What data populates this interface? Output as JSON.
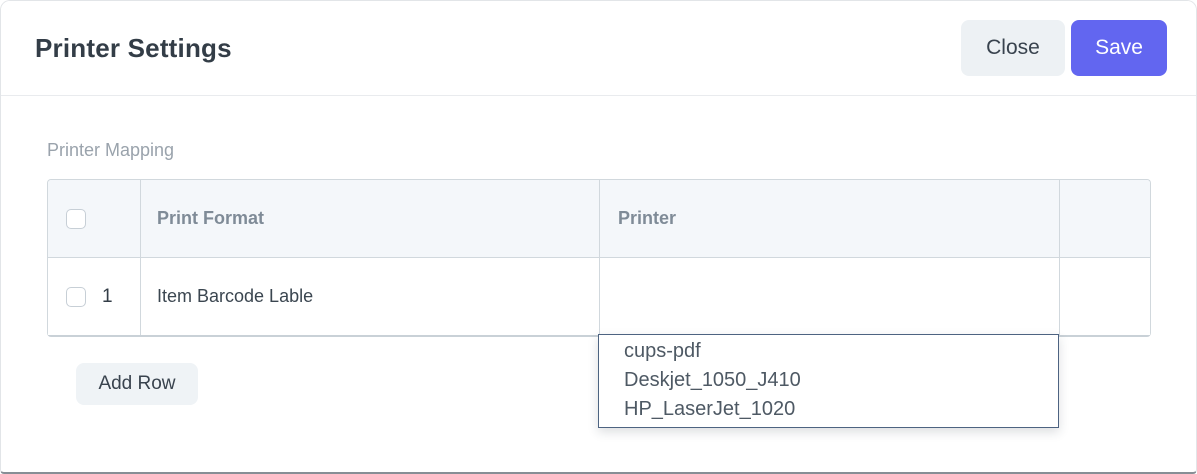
{
  "dialog": {
    "title": "Printer Settings",
    "close_label": "Close",
    "save_label": "Save"
  },
  "section": {
    "label": "Printer Mapping"
  },
  "grid": {
    "columns": [
      {
        "label": ""
      },
      {
        "label": "Print Format"
      },
      {
        "label": "Printer"
      },
      {
        "label": ""
      }
    ],
    "rows": [
      {
        "idx": "1",
        "print_format": "Item Barcode Lable",
        "printer": ""
      }
    ],
    "add_row_label": "Add Row"
  },
  "printer_dropdown": {
    "options": [
      "cups-pdf",
      "Deskjet_1050_J410",
      "HP_LaserJet_1020"
    ]
  },
  "colors": {
    "primary_button": "#6266f0",
    "secondary_button_bg": "#edf1f4",
    "grid_header_bg": "#f4f7fa",
    "grid_border": "#d1d8dd",
    "dropdown_border": "#4d6381",
    "muted_text": "#9aa3ac",
    "header_text": "#7f8b97",
    "dark_text": "#333d47"
  }
}
